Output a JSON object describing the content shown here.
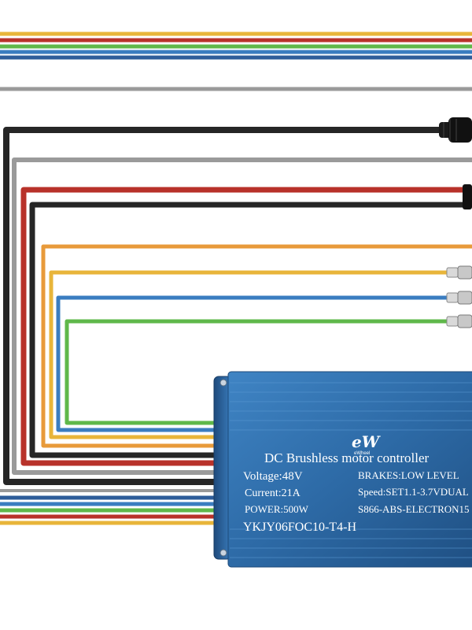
{
  "controller": {
    "brand_logo": "eW",
    "brand_name": "eWheel",
    "title": "DC Brushless motor controller",
    "voltage": "Voltage:48V",
    "current": "Current:21A",
    "power": "POWER:500W",
    "brakes": "BRAKES:LOW LEVEL",
    "speed": "Speed:SET1.1-3.7VDUAL",
    "serial": "S866-ABS-ELECTRON15",
    "model": "YKJY06FOC10-T4-H",
    "body_color": "#2f6fa8"
  },
  "wire_colors": {
    "yellow": "#e8b53a",
    "red": "#b8322a",
    "green": "#5fb84a",
    "blue": "#3a7dc0",
    "gray": "#9a9a9a",
    "black": "#262626",
    "orange": "#e89a3a"
  }
}
